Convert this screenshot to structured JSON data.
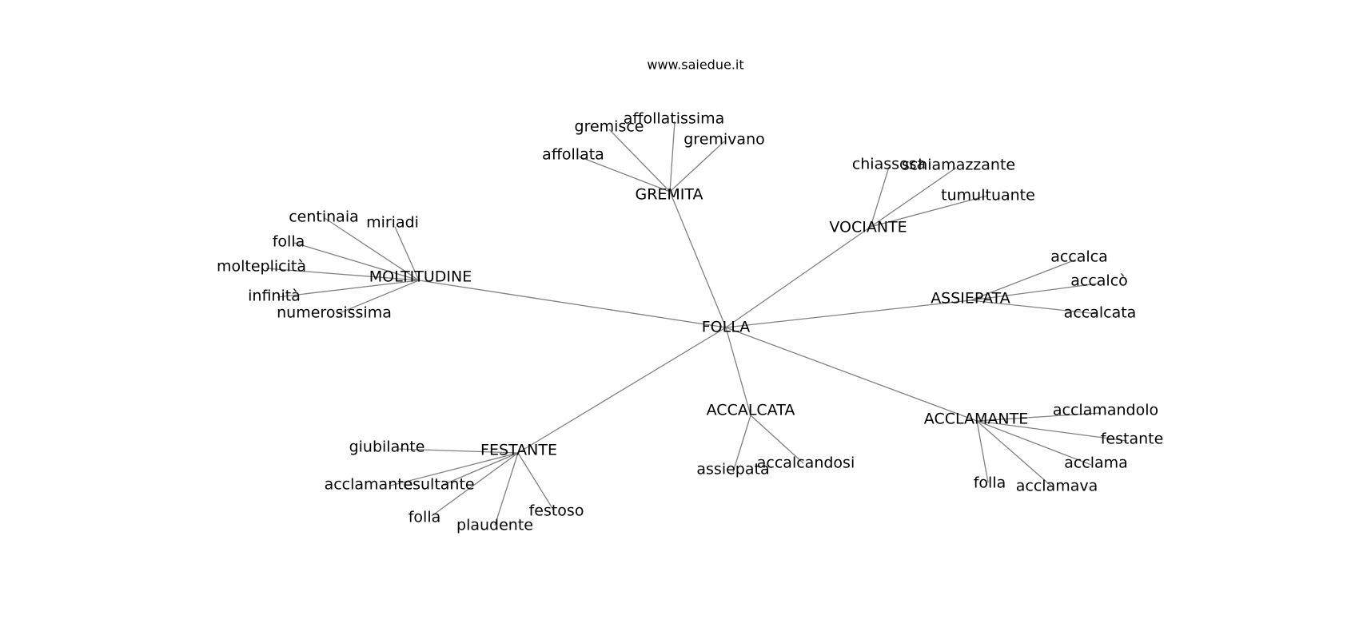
{
  "site_label": "www.saiedue.it",
  "graph": {
    "center": "FOLLA",
    "hubs": [
      {
        "id": "moltitudine",
        "label": "MOLTITUDINE",
        "leaves": [
          {
            "id": "centinaia",
            "label": "centinaia"
          },
          {
            "id": "miriadi",
            "label": "miriadi"
          },
          {
            "id": "folla",
            "label": "folla"
          },
          {
            "id": "molteplicita",
            "label": "molteplicità"
          },
          {
            "id": "infinita",
            "label": "infinità"
          },
          {
            "id": "numerosissima",
            "label": "numerosissima"
          }
        ]
      },
      {
        "id": "gremita",
        "label": "GREMITA",
        "leaves": [
          {
            "id": "gremisce",
            "label": "gremisce"
          },
          {
            "id": "affollatissima",
            "label": "affollatissima"
          },
          {
            "id": "gremivano",
            "label": "gremivano"
          },
          {
            "id": "affollata",
            "label": "affollata"
          }
        ]
      },
      {
        "id": "vociante",
        "label": "VOCIANTE",
        "leaves": [
          {
            "id": "chiassosa",
            "label": "chiassosa"
          },
          {
            "id": "schiamazzante",
            "label": "schiamazzante"
          },
          {
            "id": "tumultuante",
            "label": "tumultuante"
          }
        ]
      },
      {
        "id": "assiepata",
        "label": "ASSIEPATA",
        "leaves": [
          {
            "id": "accalca",
            "label": "accalca"
          },
          {
            "id": "accalco",
            "label": "accalcò"
          },
          {
            "id": "accalcata",
            "label": "accalcata"
          }
        ]
      },
      {
        "id": "acclamante",
        "label": "ACCLAMANTE",
        "leaves": [
          {
            "id": "acclamandolo",
            "label": "acclamandolo"
          },
          {
            "id": "festante",
            "label": "festante"
          },
          {
            "id": "acclama",
            "label": "acclama"
          },
          {
            "id": "acclamava",
            "label": "acclamava"
          },
          {
            "id": "folla",
            "label": "folla"
          }
        ]
      },
      {
        "id": "accalcata",
        "label": "ACCALCATA",
        "leaves": [
          {
            "id": "assiepata",
            "label": "assiepata"
          },
          {
            "id": "accalcandosi",
            "label": "accalcandosi"
          }
        ]
      },
      {
        "id": "festante",
        "label": "FESTANTE",
        "leaves": [
          {
            "id": "giubilante",
            "label": "giubilante"
          },
          {
            "id": "acclamante",
            "label": "acclamante"
          },
          {
            "id": "esultante",
            "label": "esultante"
          },
          {
            "id": "folla",
            "label": "folla"
          },
          {
            "id": "plaudente",
            "label": "plaudente"
          },
          {
            "id": "festoso",
            "label": "festoso"
          }
        ]
      }
    ]
  }
}
